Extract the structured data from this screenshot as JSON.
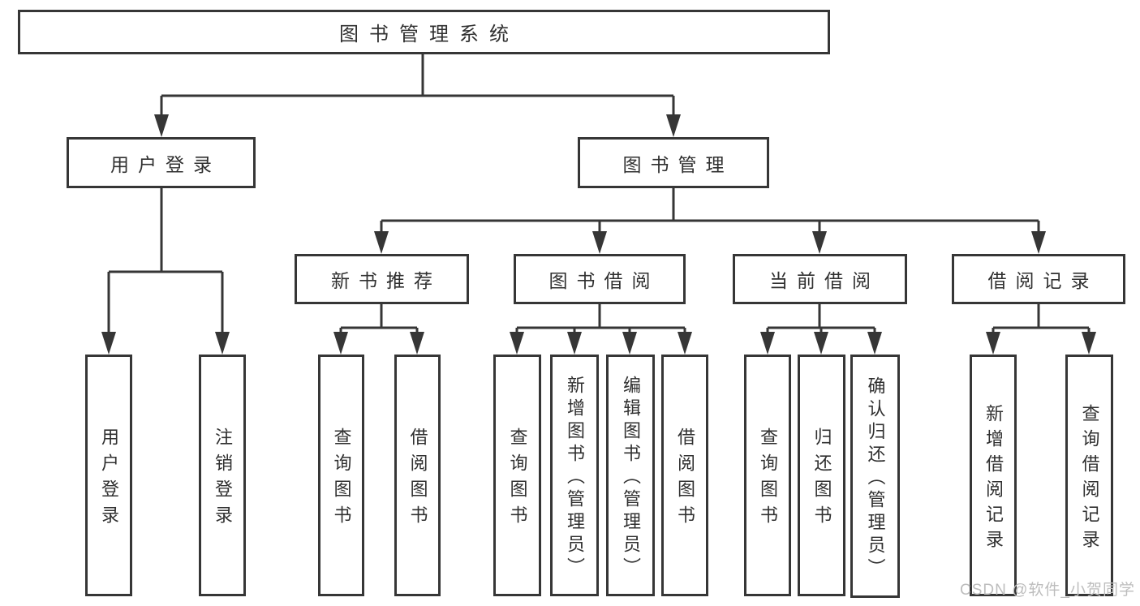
{
  "nodes": {
    "root": "图书管理系统",
    "user_login": "用户登录",
    "book_management": "图书管理",
    "new_book_recommend": "新书推荐",
    "book_borrow": "图书借阅",
    "current_borrow": "当前借阅",
    "borrow_records": "借阅记录",
    "leaves": {
      "user_login_children": [
        "用户登录",
        "注销登录"
      ],
      "new_book_recommend_children": [
        "查询图书",
        "借阅图书"
      ],
      "book_borrow_children": [
        "查询图书",
        "新增图书（管理员）",
        "编辑图书（管理员）",
        "借阅图书"
      ],
      "current_borrow_children": [
        "查询图书",
        "归还图书",
        "确认归还（管理员）"
      ],
      "borrow_records_children": [
        "新增借阅记录",
        "查询借阅记录"
      ]
    }
  },
  "watermark": "CSDN @软件_小贺同学",
  "colors": {
    "line": "#363636",
    "text": "#303030",
    "watermark": "#bdbdbd",
    "background": "#ffffff"
  }
}
